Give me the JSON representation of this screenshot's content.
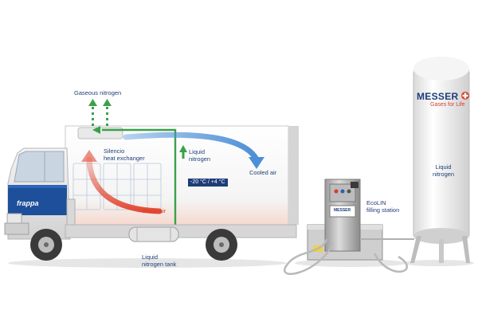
{
  "labels": {
    "gaseous_nitrogen": "Gaseous nitrogen",
    "heat_exchanger_line1": "Silencio",
    "heat_exchanger_line2": "heat exchanger",
    "liquid_nitrogen_up_line1": "Liquid",
    "liquid_nitrogen_up_line2": "nitrogen",
    "cooled_air": "Cooled air",
    "temperature_range": "-20 °C / +4 °C",
    "warm_air": "Warm air",
    "tank_line1": "Liquid",
    "tank_line2": "nitrogen tank",
    "station_line1": "EcoLIN",
    "station_line2": "filling station",
    "vessel_line1": "Liquid",
    "vessel_line2": "nitrogen"
  },
  "brand": {
    "name": "MESSER",
    "tagline": "Gases for Life",
    "truck_logo": "frappa"
  },
  "colors": {
    "nitrogen_green": "#3aa14a",
    "cooled_air_blue": "#4d8fd6",
    "warm_air_red": "#e24a35",
    "label_blue": "#1f3f78",
    "truck_blue": "#1d4f9a"
  }
}
